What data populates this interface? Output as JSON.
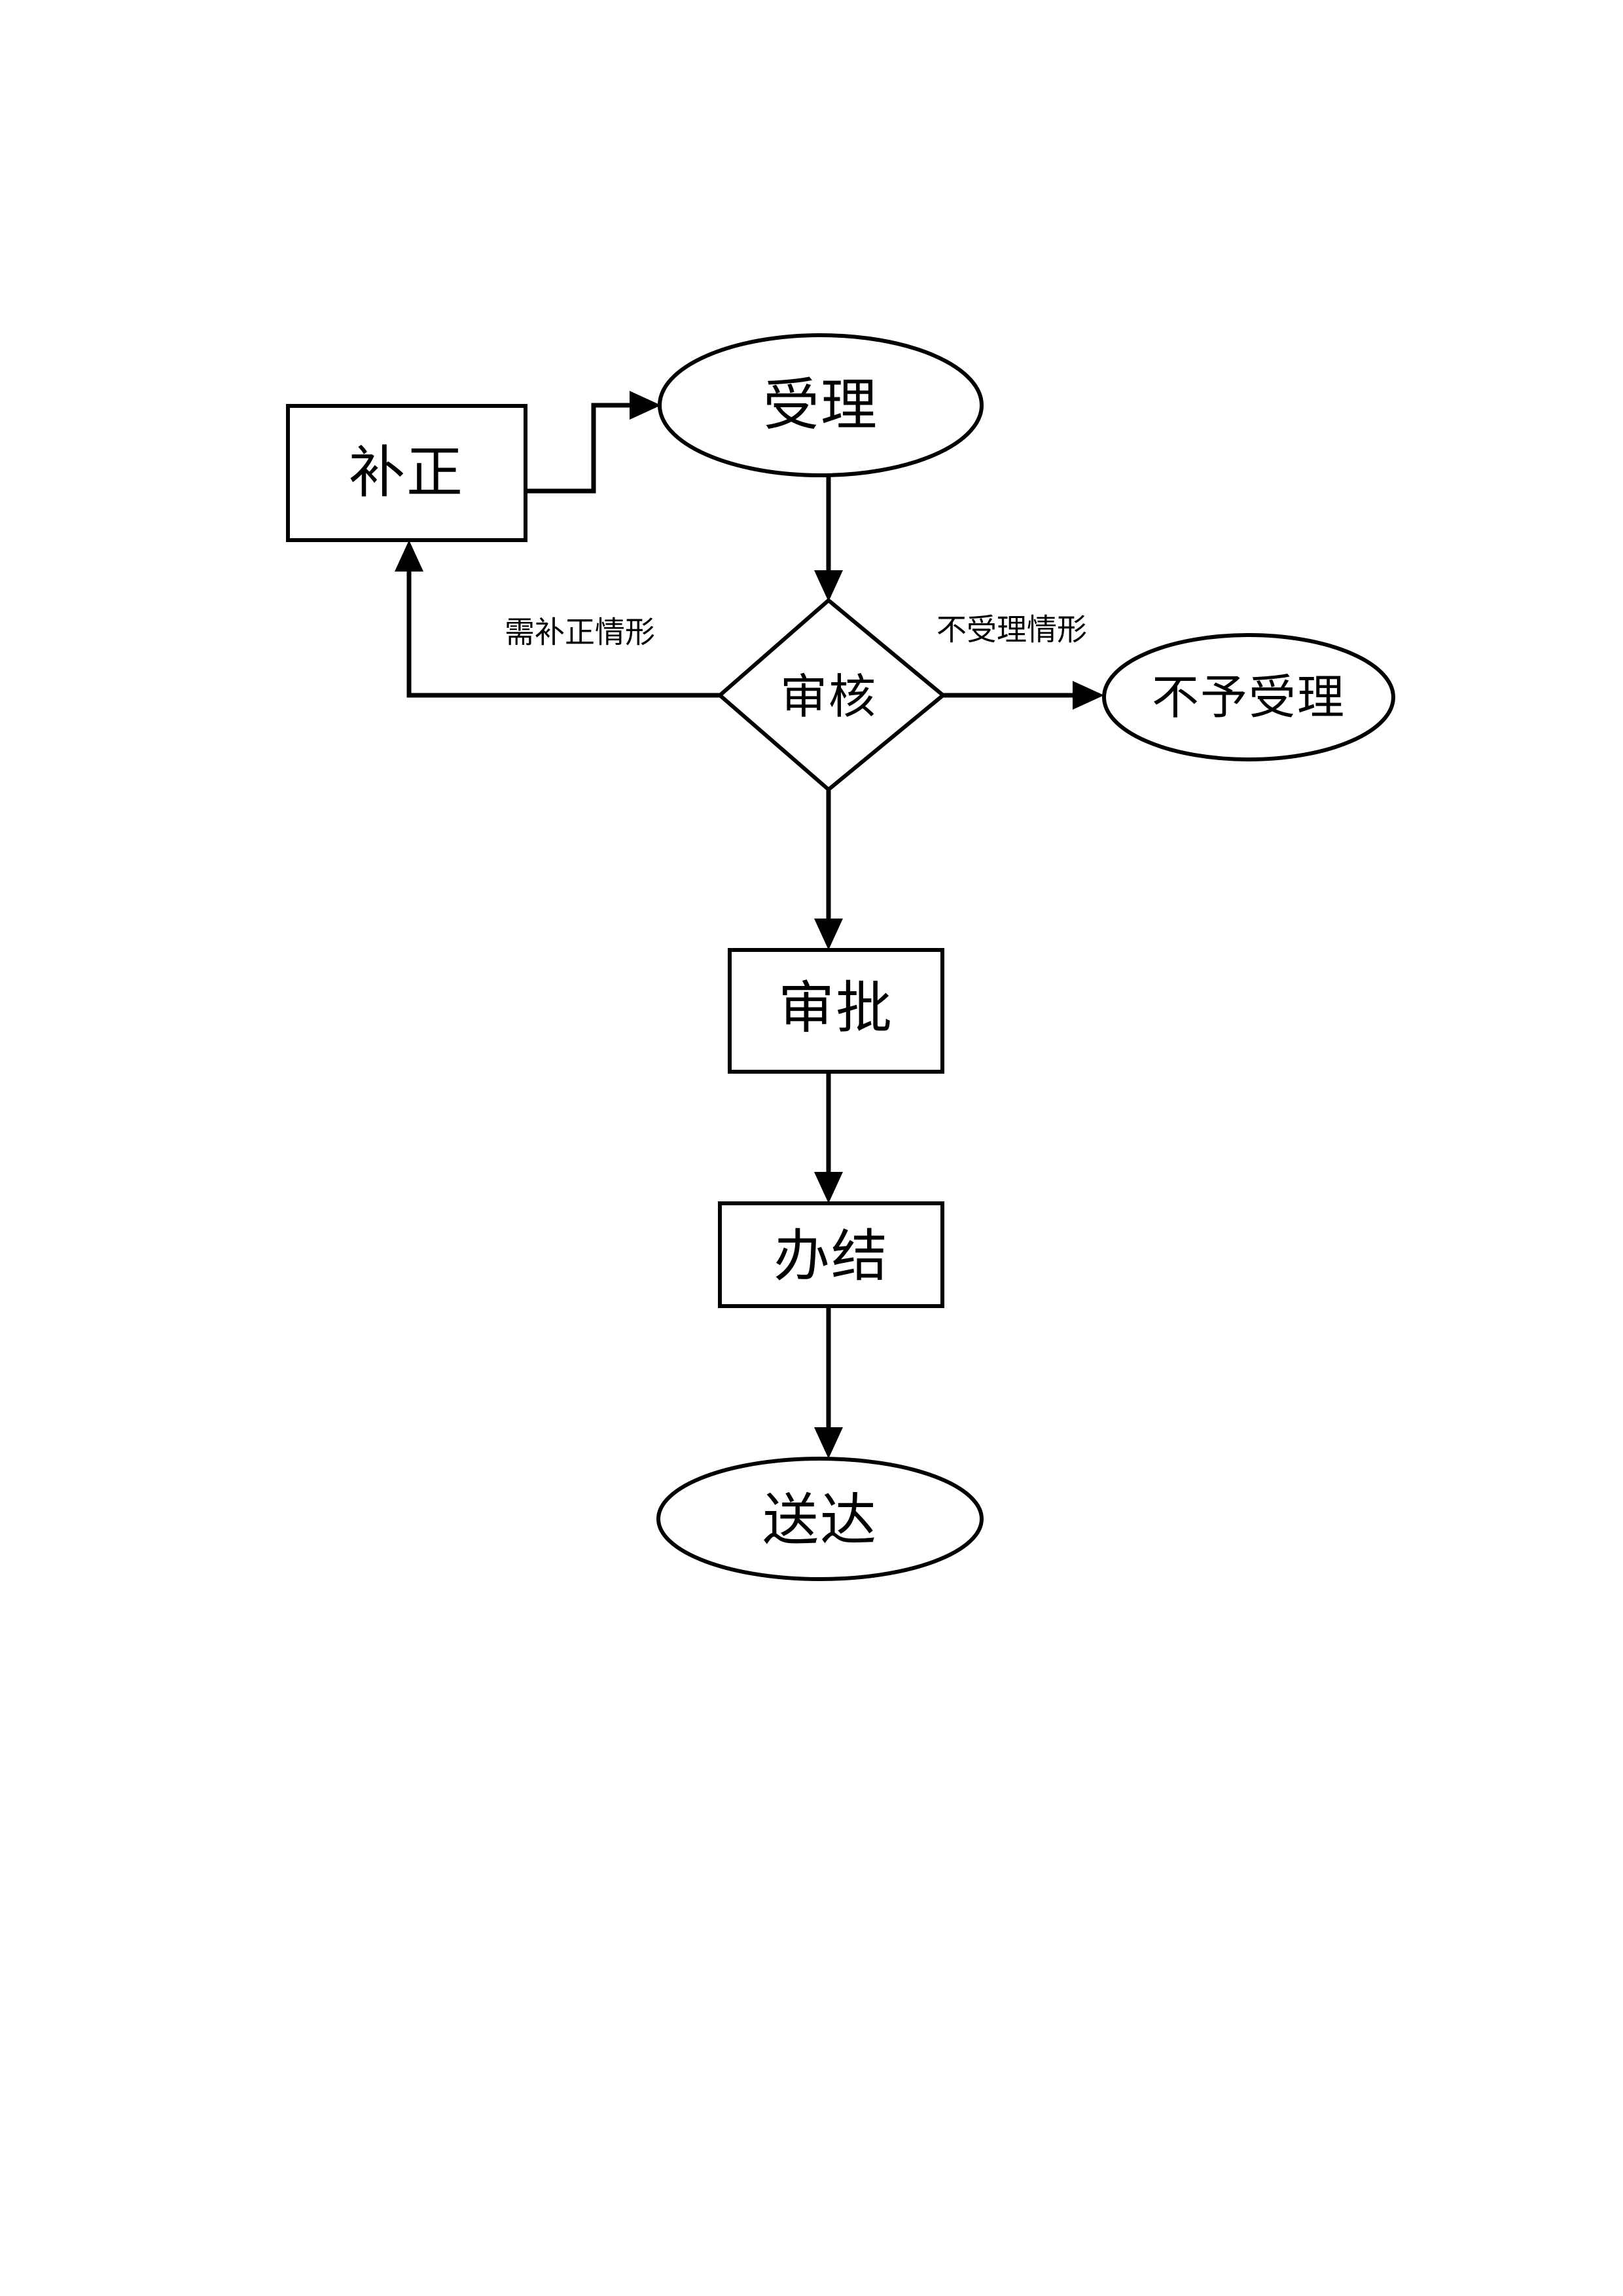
{
  "diagram": {
    "type": "flowchart",
    "orientation": "top-to-bottom",
    "background_color": "#ffffff",
    "stroke_color": "#000000",
    "text_color": "#000000",
    "nodes": [
      {
        "id": "buzheng",
        "label": "补正",
        "shape": "rectangle"
      },
      {
        "id": "shouli",
        "label": "受理",
        "shape": "ellipse"
      },
      {
        "id": "shenhe",
        "label": "审核",
        "shape": "diamond"
      },
      {
        "id": "buyushouli",
        "label": "不予受理",
        "shape": "ellipse"
      },
      {
        "id": "shenpi",
        "label": "审批",
        "shape": "rectangle"
      },
      {
        "id": "banjie",
        "label": "办结",
        "shape": "rectangle"
      },
      {
        "id": "songda",
        "label": "送达",
        "shape": "ellipse"
      }
    ],
    "edges": [
      {
        "from": "buzheng",
        "to": "shouli",
        "label": ""
      },
      {
        "from": "shouli",
        "to": "shenhe",
        "label": ""
      },
      {
        "from": "shenhe",
        "to": "buzheng",
        "label": "需补正情形"
      },
      {
        "from": "shenhe",
        "to": "buyushouli",
        "label": "不受理情形"
      },
      {
        "from": "shenhe",
        "to": "shenpi",
        "label": ""
      },
      {
        "from": "shenpi",
        "to": "banjie",
        "label": ""
      },
      {
        "from": "banjie",
        "to": "songda",
        "label": ""
      }
    ],
    "edge_labels": {
      "need_correction": "需补正情形",
      "not_accepted": "不受理情形"
    }
  }
}
